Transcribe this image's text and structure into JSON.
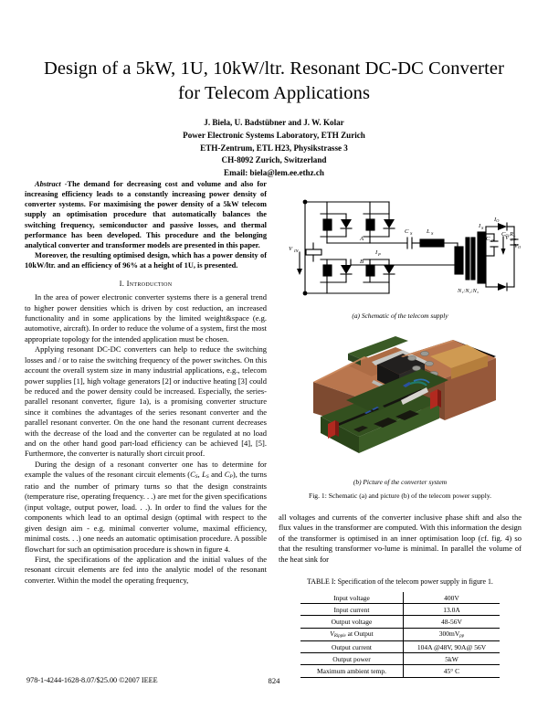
{
  "paper": {
    "title": "Design of a 5kW, 1U, 10kW/ltr. Resonant DC-DC Converter for Telecom Applications",
    "authors": "J. Biela, U. Badstübner and J. W. Kolar",
    "affiliation1": "Power Electronic Systems Laboratory, ETH Zurich",
    "affiliation2": "ETH-Zentrum, ETL H23, Physikstrasse 3",
    "affiliation3": "CH-8092 Zurich, Switzerland",
    "email": "Email: biela@lem.ee.ethz.ch"
  },
  "abstract": {
    "label": "Abstract -",
    "para1": "The demand for decreasing cost and volume and also for increasing efficiency leads to a constantly increasing power density of converter systems. For maximising the power density of a 5kW telecom supply an optimisation procedure that automatically balances the switching frequency, semiconductor and passive losses, and thermal performance has been developed. This procedure and the belonging analytical converter and transformer models are presented in this paper.",
    "para2": "Moreover, the resulting optimised design, which has a power density of 10kW/ltr. and an efficiency of 96% at a height of 1U, is presented."
  },
  "sections": {
    "intro_heading": "I. Introduction",
    "intro_p1": "In the area of power electronic converter systems there is a general trend to higher power densities which is driven by cost reduction, an increased functionality and in some applications by the limited weight&space (e.g. automotive, aircraft). In order to reduce the volume of a system, first the most appropriate topology for the intended application must be chosen.",
    "intro_p2a": "Applying resonant DC-DC converters can help to reduce the switching losses and / or to raise the switching frequency of the power switches. On this account the overall system size in many industrial applications, e.g., telecom power supplies [1], high voltage generators [2] or inductive heating [3] could be reduced and the power density could be increased. Especially, the series-parallel resonant converter, figure 1a), is a promising converter structure since it combines the advantages of the series resonant converter and the parallel resonant converter. On the one hand the resonant current decreases with the decrease of the load and the converter can be regulated at no load and on the other hand good part-load efficiency can be achieved [4], [5]. Furthermore, the converter is naturally short circuit proof.",
    "intro_p3_a": "During the design of a resonant converter one has to determine for example the values of the resonant circuit elements (",
    "intro_p3_b": "), the turns ratio and the number of primary turns so that the design constraints (temperature rise, operating frequency. . .) are met for the given specifications (input voltage, output power, load. . .). In order to find the values for the components which lead to an optimal design (optimal with respect to the given design aim - e.g. minimal converter volume, maximal efficiency, minimal costs. . .) one needs an automatic optimisation procedure. A possible flowchart for such an optimisation procedure is shown in figure 4.",
    "intro_p4": "First, the specifications of the application and the initial values of the resonant circuit elements are fed into the analytic model of the resonant converter. Within the model the operating frequency,",
    "right_p1": "all voltages and currents of the converter inclusive phase shift and also the flux values in the transformer are computed. With this information the design of the transformer is optimised in an inner optimisation loop (cf. fig. 4) so that the resulting transformer vo-lume is minimal. In parallel the volume of the heat sink for"
  },
  "figure": {
    "caption_a": "(a) Schematic of the telecom supply",
    "caption_b": "(b) Picture of the converter system",
    "caption_main": "Fig. 1: Schematic (a) and picture (b) of the telecom power supply.",
    "labels": {
      "vin": "V",
      "vin_sub": "IN",
      "node_a": "A",
      "node_b": "B",
      "cs": "C",
      "cs_sub": "S",
      "ls": "L",
      "ls_sub": "S",
      "ip": "I",
      "ip_sub": "P",
      "is": "I",
      "is_sub": "S",
      "cp": "C",
      "cp_sub": "P",
      "vcp": "V",
      "vcp_sub": "CP",
      "io": "I",
      "io_sub": "O",
      "co": "C",
      "co_sub": "O",
      "rl": "R",
      "rl_sub": "L",
      "vo": "V",
      "vo_sub": "O",
      "turns": "N₁:N₂:N₃"
    }
  },
  "table": {
    "title": "TABLE I: Specification of the telecom power supply in figure 1.",
    "rows": [
      {
        "key": "Input voltage",
        "value": "400V"
      },
      {
        "key": "Input current",
        "value": "13.0A"
      },
      {
        "key": "Output voltage",
        "value": "48-56V"
      },
      {
        "key": "V_Ripple at Output",
        "value": "300mV_pp"
      },
      {
        "key": "Output current",
        "value": "104A @48V, 90A@ 56V"
      },
      {
        "key": "Output power",
        "value": "5kW"
      },
      {
        "key": "Maximum ambient temp.",
        "value": "45° C"
      }
    ]
  },
  "footer": {
    "copyright": "978-1-4244-1628-8.07/$25.00 ©2007 IEEE",
    "page_number": "824"
  },
  "colors": {
    "text": "#000000",
    "copper": "#b5714a",
    "pcb_green": "#2f4a20",
    "background": "#ffffff"
  }
}
